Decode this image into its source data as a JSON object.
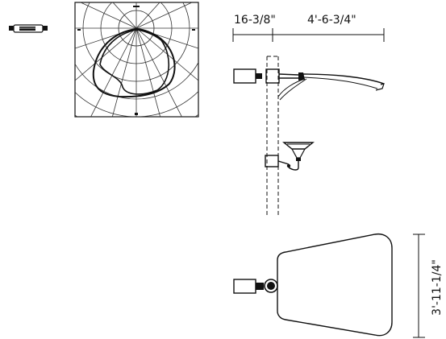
{
  "dimensions": {
    "arm_offset": "16-3/8\"",
    "arm_length": "4'-6-3/4\"",
    "head_width": "3'-11-1/4\""
  },
  "colors": {
    "line": "#111111",
    "grid": "#333333",
    "background": "#ffffff"
  },
  "icons": {
    "lamp": "lamp-bulb-icon",
    "photometric": "polar-photometric-chart"
  }
}
